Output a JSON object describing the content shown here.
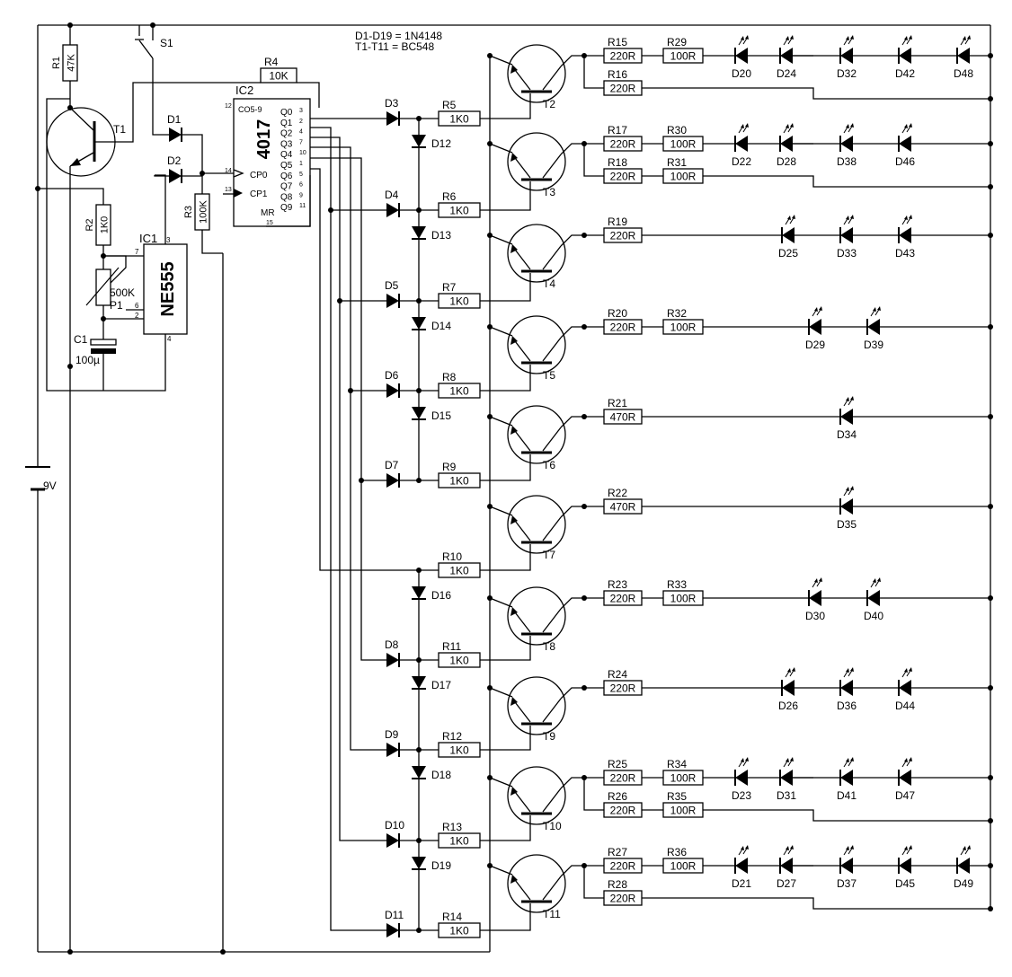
{
  "notes": {
    "diodes": "D1-D19 = 1N4148",
    "transistors": "T1-T11 = BC548"
  },
  "power": {
    "battery_label": "9V"
  },
  "switch": {
    "label": "S1"
  },
  "timer": {
    "ic_ref": "IC1",
    "ic_name": "NE555",
    "pins": [
      "7",
      "3",
      "6",
      "2",
      "4"
    ],
    "r1": {
      "ref": "R1",
      "value": "47K"
    },
    "r2": {
      "ref": "R2",
      "value": "1K0"
    },
    "p1": {
      "ref": "P1",
      "value": "500K"
    },
    "c1": {
      "ref": "C1",
      "value": "100µ"
    },
    "t1": {
      "ref": "T1"
    },
    "d1": {
      "ref": "D1"
    },
    "d2": {
      "ref": "D2"
    },
    "r3": {
      "ref": "R3",
      "value": "100K"
    }
  },
  "counter": {
    "ic_ref": "IC2",
    "ic_name": "4017",
    "r4": {
      "ref": "R4",
      "value": "10K"
    },
    "carry_label": "CO5-9",
    "carry_pin": "12",
    "outputs": [
      {
        "name": "Q0",
        "pin": "3"
      },
      {
        "name": "Q1",
        "pin": "2"
      },
      {
        "name": "Q2",
        "pin": "4"
      },
      {
        "name": "Q3",
        "pin": "7"
      },
      {
        "name": "Q4",
        "pin": "10"
      },
      {
        "name": "Q5",
        "pin": "1"
      },
      {
        "name": "Q6",
        "pin": "5"
      },
      {
        "name": "Q7",
        "pin": "6"
      },
      {
        "name": "Q8",
        "pin": "9"
      },
      {
        "name": "Q9",
        "pin": "11"
      }
    ],
    "inputs": [
      {
        "name": "CP0",
        "pin": "14"
      },
      {
        "name": "CP1",
        "pin": "13"
      },
      {
        "name": "MR",
        "pin": "15"
      }
    ]
  },
  "drivers": [
    {
      "transistor": "T2",
      "input_diode": "D3",
      "base_resistor": {
        "ref": "R5",
        "value": "1K0"
      },
      "chain_diode": "D12",
      "led_resistors": [
        {
          "ref": "R15",
          "value": "220R"
        },
        {
          "ref": "R29",
          "value": "100R"
        },
        {
          "ref": "R16",
          "value": "220R"
        }
      ],
      "leds": [
        "D20",
        "D24",
        "D32",
        "D42",
        "D48"
      ]
    },
    {
      "transistor": "T3",
      "input_diode": "D4",
      "base_resistor": {
        "ref": "R6",
        "value": "1K0"
      },
      "chain_diode": "D13",
      "led_resistors": [
        {
          "ref": "R17",
          "value": "220R"
        },
        {
          "ref": "R30",
          "value": "100R"
        },
        {
          "ref": "R18",
          "value": "220R"
        },
        {
          "ref": "R31",
          "value": "100R"
        }
      ],
      "leds": [
        "D22",
        "D28",
        "D38",
        "D46"
      ]
    },
    {
      "transistor": "T4",
      "input_diode": "D5",
      "base_resistor": {
        "ref": "R7",
        "value": "1K0"
      },
      "chain_diode": "D14",
      "led_resistors": [
        {
          "ref": "R19",
          "value": "220R"
        }
      ],
      "leds": [
        "D25",
        "D33",
        "D43"
      ]
    },
    {
      "transistor": "T5",
      "input_diode": "D6",
      "base_resistor": {
        "ref": "R8",
        "value": "1K0"
      },
      "chain_diode": "D15",
      "led_resistors": [
        {
          "ref": "R20",
          "value": "220R"
        },
        {
          "ref": "R32",
          "value": "100R"
        }
      ],
      "leds": [
        "D29",
        "D39"
      ]
    },
    {
      "transistor": "T6",
      "input_diode": "D7",
      "base_resistor": {
        "ref": "R9",
        "value": "1K0"
      },
      "chain_diode": "",
      "led_resistors": [
        {
          "ref": "R21",
          "value": "470R"
        }
      ],
      "leds": [
        "D34"
      ]
    },
    {
      "transistor": "T7",
      "input_diode": "",
      "base_resistor": {
        "ref": "R10",
        "value": "1K0"
      },
      "chain_diode": "D16",
      "led_resistors": [
        {
          "ref": "R22",
          "value": "470R"
        }
      ],
      "leds": [
        "D35"
      ]
    },
    {
      "transistor": "T8",
      "input_diode": "D8",
      "base_resistor": {
        "ref": "R11",
        "value": "1K0"
      },
      "chain_diode": "D17",
      "led_resistors": [
        {
          "ref": "R23",
          "value": "220R"
        },
        {
          "ref": "R33",
          "value": "100R"
        }
      ],
      "leds": [
        "D30",
        "D40"
      ]
    },
    {
      "transistor": "T9",
      "input_diode": "D9",
      "base_resistor": {
        "ref": "R12",
        "value": "1K0"
      },
      "chain_diode": "D18",
      "led_resistors": [
        {
          "ref": "R24",
          "value": "220R"
        }
      ],
      "leds": [
        "D26",
        "D36",
        "D44"
      ]
    },
    {
      "transistor": "T10",
      "input_diode": "D10",
      "base_resistor": {
        "ref": "R13",
        "value": "1K0"
      },
      "chain_diode": "D19",
      "led_resistors": [
        {
          "ref": "R25",
          "value": "220R"
        },
        {
          "ref": "R34",
          "value": "100R"
        },
        {
          "ref": "R26",
          "value": "220R"
        },
        {
          "ref": "R35",
          "value": "100R"
        }
      ],
      "leds": [
        "D23",
        "D31",
        "D41",
        "D47"
      ]
    },
    {
      "transistor": "T11",
      "input_diode": "D11",
      "base_resistor": {
        "ref": "R14",
        "value": "1K0"
      },
      "chain_diode": "",
      "led_resistors": [
        {
          "ref": "R27",
          "value": "220R"
        },
        {
          "ref": "R36",
          "value": "100R"
        },
        {
          "ref": "R28",
          "value": "220R"
        }
      ],
      "leds": [
        "D21",
        "D27",
        "D37",
        "D45",
        "D49"
      ]
    }
  ]
}
